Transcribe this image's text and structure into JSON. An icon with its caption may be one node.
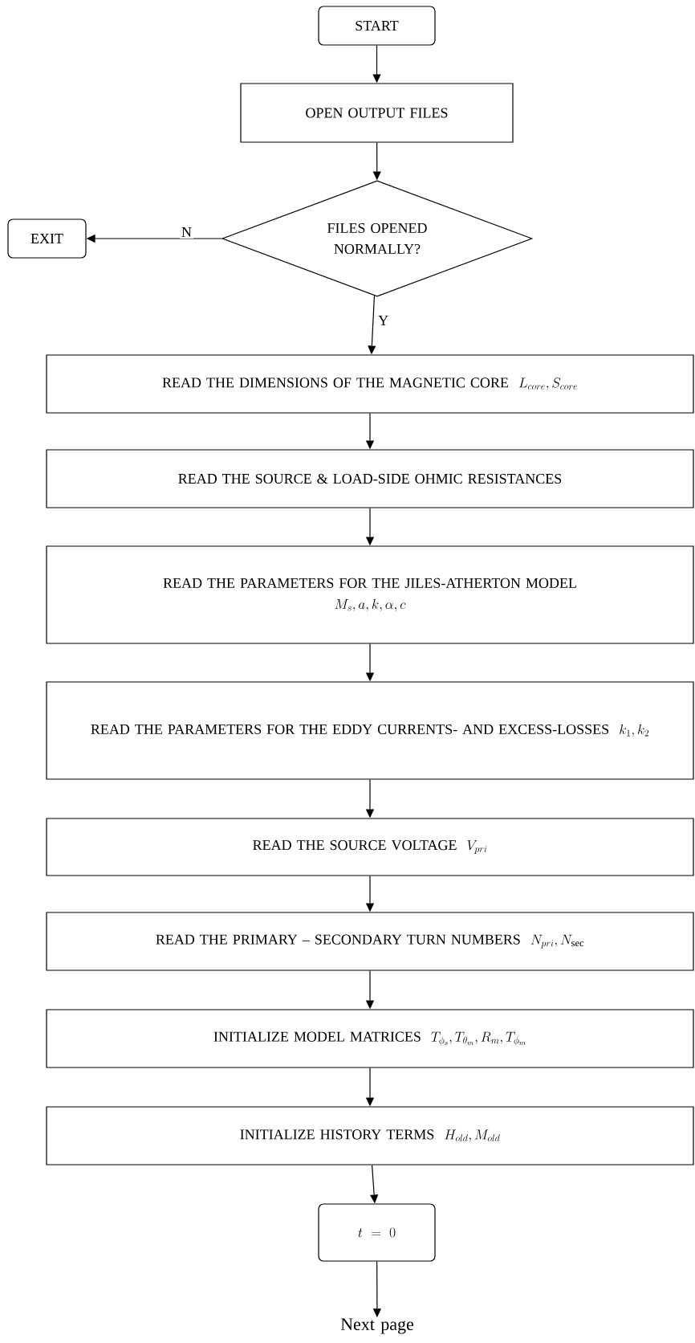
{
  "diagram": {
    "nodes": [
      {
        "text": [
          "START"
        ]
      },
      {
        "text": [
          "OPEN OUTPUT FILES"
        ]
      },
      {
        "text": [
          "FILES OPENED NORMALLY?"
        ]
      },
      {
        "text": [
          "EXIT"
        ]
      },
      {
        "text": [
          "READ THE DIMENSIONS OF THE MAGNETIC CORE",
          "L_{core},S_{core}"
        ]
      },
      {
        "text": [
          "READ THE SOURCE & LOAD-SIDE OHMIC RESISTANCES"
        ]
      },
      {
        "text": [
          "READ THE PARAMETERS FOR THE JILES-ATHERTON MODEL",
          "M_s,a,k,\\alpha,c"
        ]
      },
      {
        "text": [
          "READ THE PARAMETERS FOR THE EDDY CURRENTS- AND EXCESS-LOSSES",
          "k_1,k_2"
        ]
      },
      {
        "text": [
          "READ THE SOURCE VOLTAGE",
          "V_{pri}"
        ]
      },
      {
        "text": [
          "READ THE PRIMARY – SECONDARY TURN NUMBERS",
          "N_{pri},N_{\\sec}"
        ]
      },
      {
        "text": [
          "INITIALIZE MODEL MATRICES",
          "T_{\\phi_s},T_{\\theta_m},R_m,T_{\\phi_m}"
        ]
      },
      {
        "text": [
          "INITIALIZE HISTORY TERMS",
          "H_{old},M_{old}"
        ]
      },
      {
        "text": [
          "t=0"
        ]
      },
      {
        "text": [
          "Next page"
        ]
      }
    ],
    "edges": [
      {
        "from": 0,
        "to": 1,
        "arrow": "to"
      },
      {
        "from": 1,
        "to": 2,
        "arrow": "to"
      },
      {
        "from": 2,
        "to": 3,
        "arrow": "to",
        "label": "N"
      },
      {
        "from": 2,
        "to": 4,
        "arrow": "to",
        "label": "Y"
      },
      {
        "from": 4,
        "to": 5,
        "arrow": "to"
      },
      {
        "from": 5,
        "to": 6,
        "arrow": "to"
      },
      {
        "from": 6,
        "to": 7,
        "arrow": "to"
      },
      {
        "from": 7,
        "to": 8,
        "arrow": "to"
      },
      {
        "from": 8,
        "to": 9,
        "arrow": "to"
      },
      {
        "from": 9,
        "to": 10,
        "arrow": "to"
      },
      {
        "from": 10,
        "to": 11,
        "arrow": "to"
      },
      {
        "from": 11,
        "to": 12,
        "arrow": "to"
      },
      {
        "from": 12,
        "to": 13,
        "arrow": "to"
      }
    ]
  }
}
